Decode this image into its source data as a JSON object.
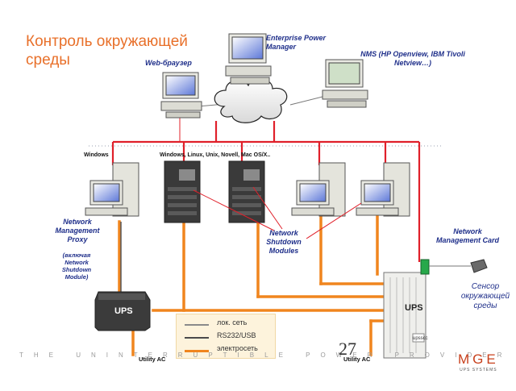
{
  "title": "Контроль окружающей среды",
  "labels": {
    "enterprise_power_manager": "Enterprise Power Manager",
    "web_browser": "Web-браузер",
    "nms": "NMS (HP Openview, IBM Tivoli Netview…)",
    "os_windows": "Windows",
    "os_multi": "Windows, Linux, Unix, Novell, Mac OS/X..",
    "network_management_proxy": "Network Management Proxy",
    "proxy_note": "(включая Network Shutdown Module)",
    "network_shutdown_modules": "Network Shutdown Modules",
    "network_management_card": "Network Management Card",
    "sensor": "Сенсор окружающей среды",
    "ups_left": "UPS",
    "ups_right": "UPS",
    "ups_sticker": "upsscc",
    "utility_ac_left": "Utility AC",
    "utility_ac_right": "Utility AC"
  },
  "legend": [
    {
      "label": "лок. сеть",
      "color": "#8a8a8a"
    },
    {
      "label": "RS232/USB",
      "color": "#4a4a4a"
    },
    {
      "label": "электросеть",
      "color": "#f0851e"
    }
  ],
  "colors": {
    "lan": "#e0202a",
    "rs232": "#4a4a4a",
    "power": "#f0851e",
    "accent_title": "#e8702a",
    "label_blue": "#1f2f8a"
  },
  "footer": {
    "tagline": "THE UNINTERRUPTIBLE POWER PROVIDER",
    "page_number": "27",
    "logo": "MGE",
    "logo_sub": "UPS SYSTEMS"
  }
}
